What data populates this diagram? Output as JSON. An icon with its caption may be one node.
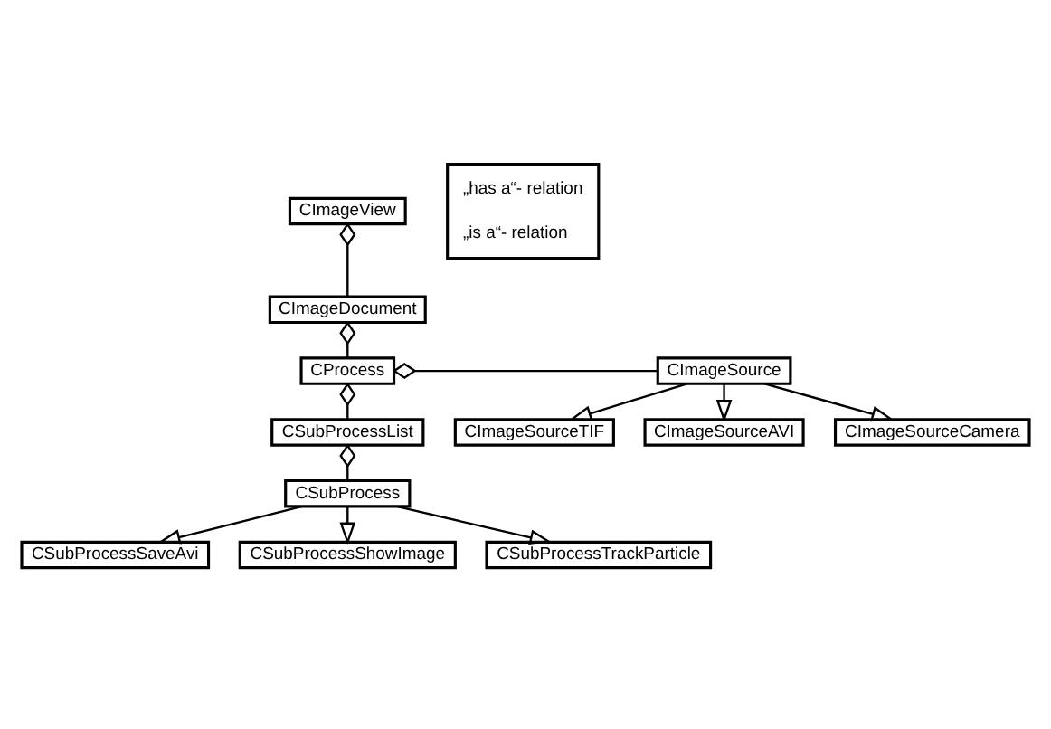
{
  "diagram": {
    "nodes": [
      {
        "text": [
          "CImageView"
        ]
      },
      {
        "text": [
          "CImageDocument"
        ]
      },
      {
        "text": [
          "CProcess"
        ]
      },
      {
        "text": [
          "CImageSource"
        ]
      },
      {
        "text": [
          "CSubProcessList"
        ]
      },
      {
        "text": [
          "CSubProcess"
        ]
      },
      {
        "text": [
          "CImageSourceTIF"
        ]
      },
      {
        "text": [
          "CImageSourceAVI"
        ]
      },
      {
        "text": [
          "CImageSourceCamera"
        ]
      },
      {
        "text": [
          "CSubProcessSaveAvi"
        ]
      },
      {
        "text": [
          "CSubProcessShowImage"
        ]
      },
      {
        "text": [
          "CSubProcessTrackParticle"
        ]
      }
    ],
    "edges": [
      {
        "from": 1,
        "to": 0,
        "arrow": "other"
      },
      {
        "from": 2,
        "to": 1,
        "arrow": "other"
      },
      {
        "from": 3,
        "to": 2,
        "arrow": "other"
      },
      {
        "from": 4,
        "to": 2,
        "arrow": "other"
      },
      {
        "from": 5,
        "to": 4,
        "arrow": "other"
      },
      {
        "from": 3,
        "to": 6,
        "arrow": "to"
      },
      {
        "from": 3,
        "to": 7,
        "arrow": "to"
      },
      {
        "from": 3,
        "to": 8,
        "arrow": "to"
      },
      {
        "from": 5,
        "to": 9,
        "arrow": "to"
      },
      {
        "from": 5,
        "to": 10,
        "arrow": "to"
      },
      {
        "from": 5,
        "to": 11,
        "arrow": "to"
      }
    ],
    "legend": [
      {
        "text": "„has a“- relation"
      },
      {
        "text": "„is a“- relation"
      }
    ]
  }
}
